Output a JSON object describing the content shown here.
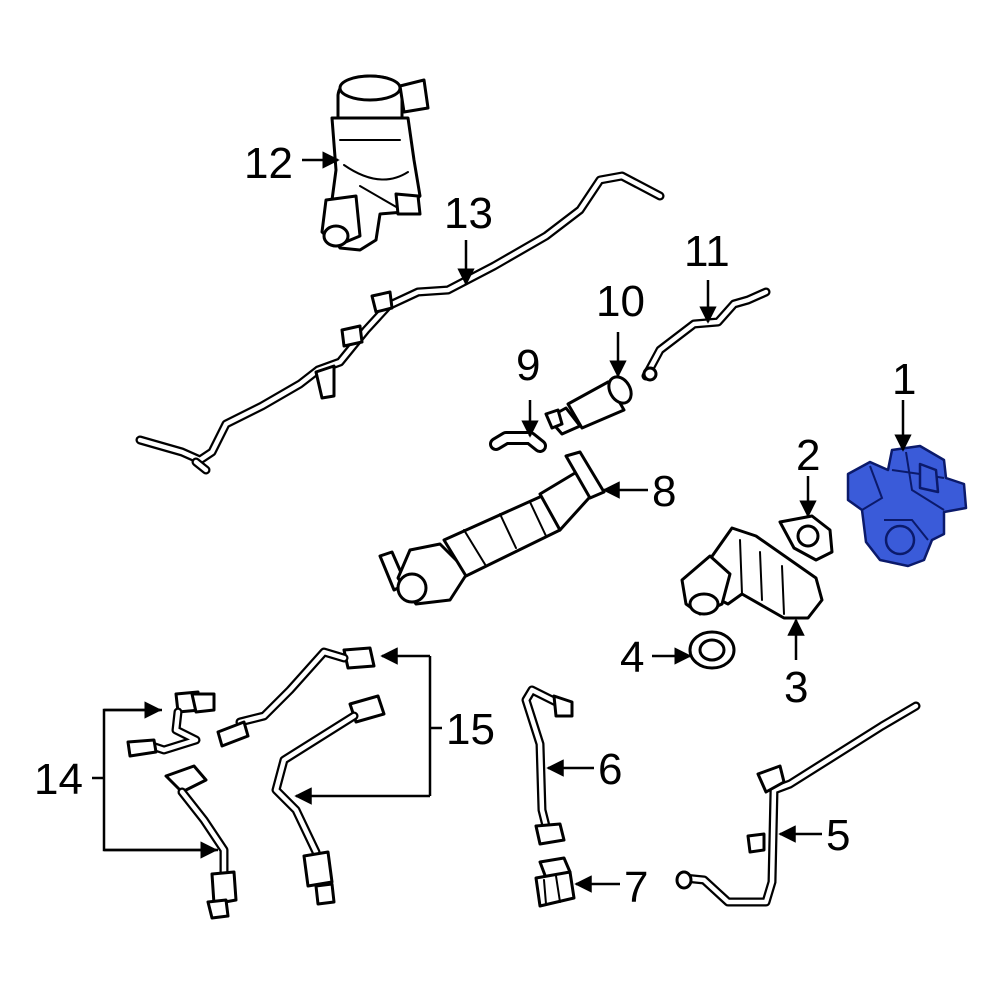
{
  "diagram": {
    "highlight_color": "#3a5bd9",
    "callouts": [
      {
        "id": "1",
        "label": "1"
      },
      {
        "id": "2",
        "label": "2"
      },
      {
        "id": "3",
        "label": "3"
      },
      {
        "id": "4",
        "label": "4"
      },
      {
        "id": "5",
        "label": "5"
      },
      {
        "id": "6",
        "label": "6"
      },
      {
        "id": "7",
        "label": "7"
      },
      {
        "id": "8",
        "label": "8"
      },
      {
        "id": "9",
        "label": "9"
      },
      {
        "id": "10",
        "label": "10"
      },
      {
        "id": "11",
        "label": "11"
      },
      {
        "id": "12",
        "label": "12"
      },
      {
        "id": "13",
        "label": "13"
      },
      {
        "id": "14",
        "label": "14"
      },
      {
        "id": "15",
        "label": "15"
      }
    ]
  }
}
